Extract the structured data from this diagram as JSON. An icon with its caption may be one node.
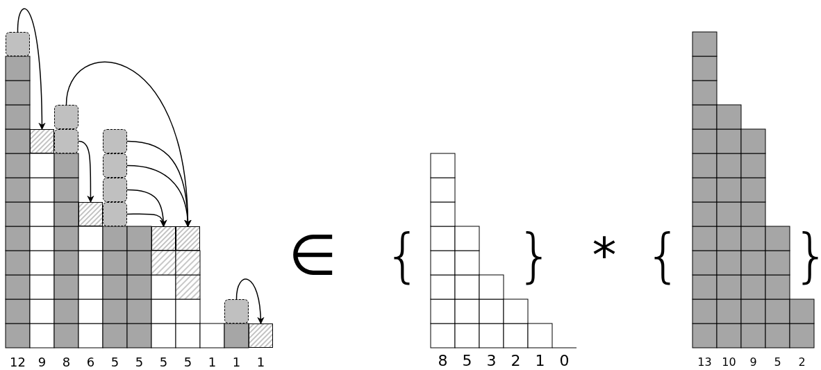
{
  "diagram": {
    "nodes": [
      {
        "text": [],
        "shape": "box"
      },
      {
        "text": [],
        "shape": "box"
      },
      {
        "text": [],
        "shape": "box"
      },
      {
        "text": [],
        "shape": "box"
      },
      {
        "text": [],
        "shape": "box"
      },
      {
        "text": [],
        "shape": "box"
      },
      {
        "text": [],
        "shape": "box"
      },
      {
        "text": [],
        "shape": "box"
      },
      {
        "text": [],
        "shape": "box"
      },
      {
        "text": [],
        "shape": "box"
      },
      {
        "text": [],
        "shape": "box"
      },
      {
        "text": [],
        "shape": "box"
      },
      {
        "text": [],
        "shape": "box"
      }
    ],
    "edges": [
      {
        "from": 0,
        "to": 8,
        "arrow": "to"
      },
      {
        "from": 1,
        "to": 11,
        "arrow": "to"
      },
      {
        "from": 2,
        "to": 9,
        "arrow": "to"
      },
      {
        "from": 3,
        "to": 11,
        "arrow": "to"
      },
      {
        "from": 4,
        "to": 11,
        "arrow": "to"
      },
      {
        "from": 5,
        "to": 10,
        "arrow": "to"
      },
      {
        "from": 6,
        "to": 10,
        "arrow": "to"
      },
      {
        "from": 7,
        "to": 12,
        "arrow": "to"
      }
    ],
    "labels": [
      "∈",
      "{",
      "}",
      "*",
      "{",
      "}",
      "12",
      "9",
      "8",
      "6",
      "5",
      "5",
      "5",
      "5",
      "1",
      "1",
      "1",
      "8",
      "5",
      "3",
      "2",
      "1",
      "0",
      "13",
      "10",
      "9",
      "5",
      "2"
    ]
  }
}
